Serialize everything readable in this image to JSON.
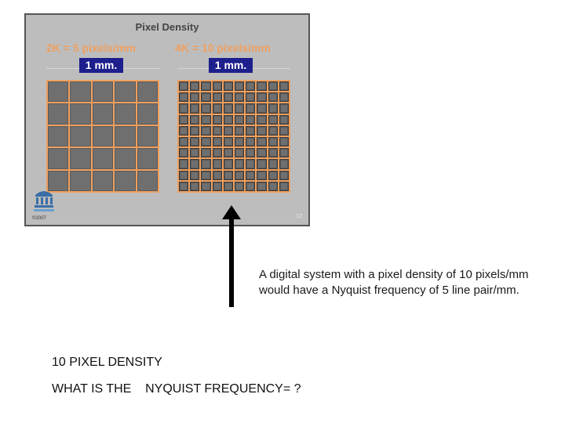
{
  "slide": {
    "title": "Pixel Density",
    "left_label": "2K  = 5 pixels/mm",
    "right_label": "4K = 10 pixels/mm",
    "mm_label_left": "1 mm.",
    "mm_label_right": "1 mm.",
    "copyright": "©2007",
    "slide_number": "12",
    "colors": {
      "background": "#bdbdbd",
      "accent_orange": "#f0a060",
      "label_blue": "#1c1f8c",
      "cell_gray": "#6f6f6f"
    },
    "grid_2k_cells": 5,
    "grid_4k_cells": 10
  },
  "note": "A digital system with a pixel density of 10 pixels/mm would have a Nyquist frequency of 5 line pair/mm.",
  "question": {
    "line1": "10 PIXEL DENSITY",
    "line2": "WHAT IS THE    NYQUIST FREQUENCY= ?"
  },
  "icons": {
    "logo": "university-seal-icon",
    "arrow": "up-arrow-icon"
  }
}
